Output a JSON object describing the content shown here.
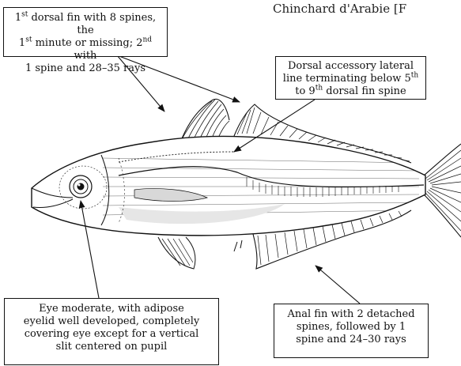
{
  "header": {
    "caption": "Chinchard d'Arabie [F"
  },
  "callouts": {
    "dorsal": {
      "l1a": "1",
      "l1sup": "st",
      "l1b": " dorsal fin with 8 spines, the",
      "l2a": "1",
      "l2sup": "st",
      "l2b": " minute or missing; 2",
      "l2sup2": "nd",
      "l2c": " with",
      "l3": "1 spine and 28–35 rays"
    },
    "lateral": {
      "l1": "Dorsal accessory lateral",
      "l2a": "line terminating below 5",
      "l2sup": "th",
      "l3a": "to 9",
      "l3sup": "th",
      "l3b": " dorsal fin spine"
    },
    "eye": {
      "l1": "Eye moderate, with adipose",
      "l2": "eyelid well developed, completely",
      "l3": "covering eye except for a vertical",
      "l4": "slit centered on pupil"
    },
    "anal": {
      "l1": "Anal fin with 2 detached",
      "l2": "spines, followed by 1",
      "l3": "spine and 24–30 rays"
    }
  },
  "colors": {
    "ink": "#111111",
    "background": "#ffffff"
  }
}
